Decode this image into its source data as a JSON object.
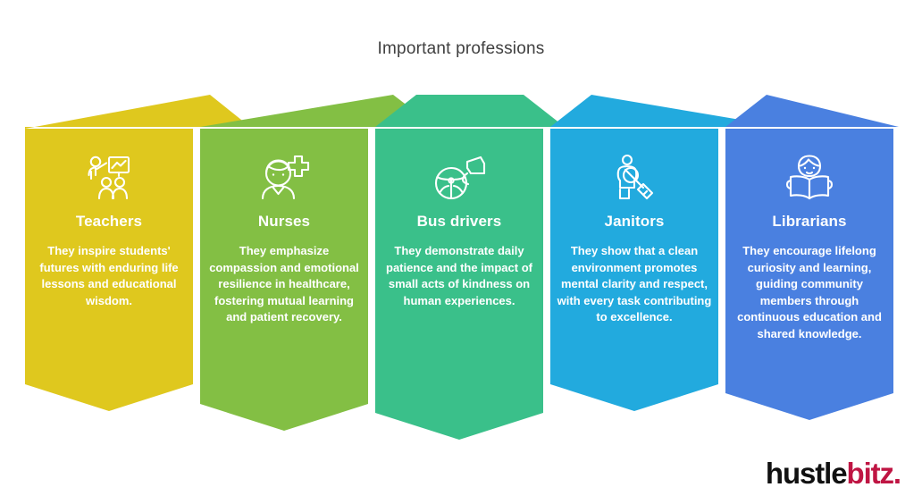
{
  "title": "Important professions",
  "background": "#ffffff",
  "title_color": "#404040",
  "logo": {
    "part_one": "hustle",
    "part_two": "bitz.",
    "part_one_color": "#111111",
    "part_two_color": "#bf1543"
  },
  "columns": [
    {
      "heading": "Teachers",
      "body": "They inspire students' futures with enduring life lessons and educational wisdom.",
      "color": "#dfc81e",
      "icon": "teacher-presenting-icon"
    },
    {
      "heading": "Nurses",
      "body": "They emphasize compassion and emotional resilience in healthcare, fostering mutual learning and patient recovery.",
      "color": "#83bf44",
      "icon": "nurse-medical-cross-icon"
    },
    {
      "heading": "Bus drivers",
      "body": "They demonstrate daily patience and the impact of small acts of kindness on human experiences.",
      "color": "#3ac08a",
      "icon": "steering-wheel-mirror-icon"
    },
    {
      "heading": "Janitors",
      "body": "They show that a clean environment promotes mental clarity and respect, with every task contributing to excellence.",
      "color": "#22aade",
      "icon": "janitor-broom-icon"
    },
    {
      "heading": "Librarians",
      "body": "They encourage lifelong curiosity and learning, guiding community members through continuous education and shared knowledge.",
      "color": "#4a80e0",
      "icon": "person-reading-book-icon"
    }
  ]
}
